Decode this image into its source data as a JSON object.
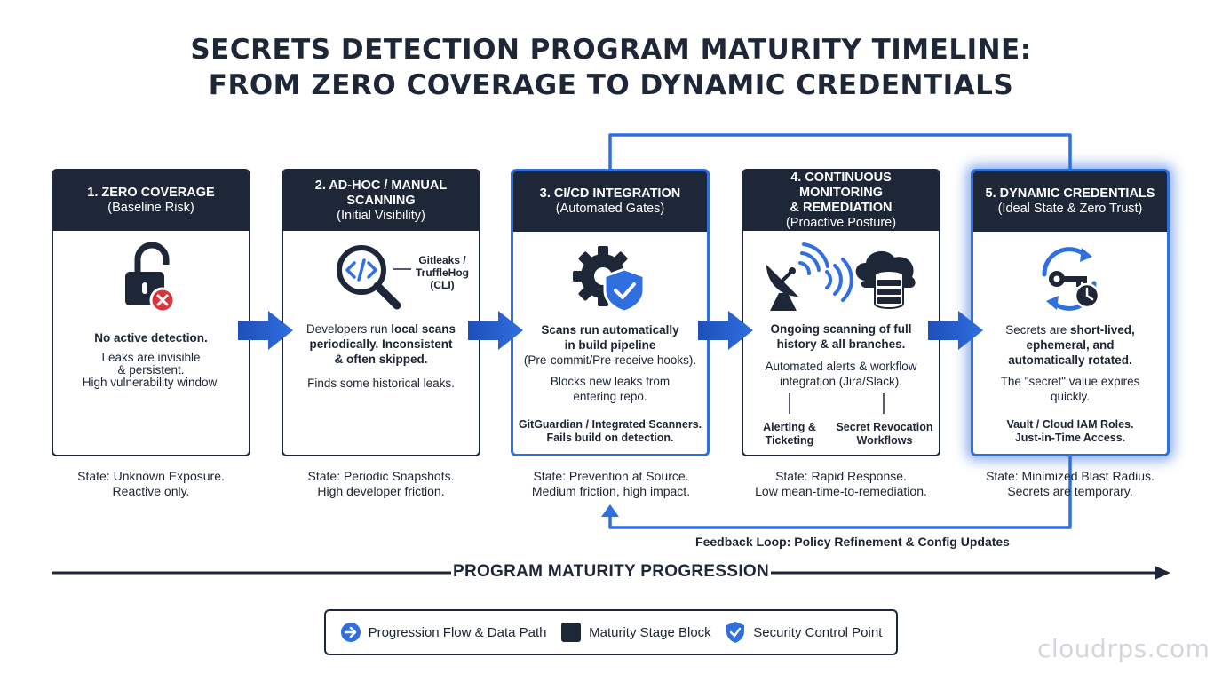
{
  "title": {
    "line1": "Secrets Detection Program Maturity Timeline:",
    "line2": "From Zero Coverage to Dynamic Credentials"
  },
  "stages": [
    {
      "title": "1. Zero Coverage",
      "subtitle": "(Baseline Risk)",
      "icon": "unlocked-padlock-icon",
      "text_bold": "No active detection.",
      "text_1": "Leaks are invisible",
      "text_2": "& persistent.",
      "text_3": "High vulnerability window.",
      "state_1": "State: Unknown Exposure.",
      "state_2": "Reactive only."
    },
    {
      "title_1": "2. Ad-Hoc / Manual",
      "title_2": "Scanning",
      "subtitle": "(Initial Visibility)",
      "icon": "code-magnifier-icon",
      "tool_label_1": "Gitleaks /",
      "tool_label_2": "TruffleHog",
      "tool_label_3": "(CLI)",
      "text_pre": "Developers run ",
      "text_bold_1": "local scans",
      "text_bold_2": "periodically. Inconsistent",
      "text_bold_3": "& often skipped.",
      "text_4": "Finds some historical leaks.",
      "state_1": "State: Periodic Snapshots.",
      "state_2": "High developer friction."
    },
    {
      "title": "3. CI/CD Integration",
      "subtitle": "(Automated Gates)",
      "icon": "gear-shield-icon",
      "text_bold_1": "Scans run automatically",
      "text_bold_2": "in build pipeline",
      "text_3": "(Pre-commit/Pre-receive hooks).",
      "text_4": "Blocks new leaks from",
      "text_5": "entering repo.",
      "tool_1": "GitGuardian / Integrated Scanners.",
      "tool_2": "Fails build on detection.",
      "state_1": "State: Prevention at Source.",
      "state_2": "Medium friction, high impact."
    },
    {
      "title_1": "4. Continuous Monitoring",
      "title_2": "& Remediation",
      "subtitle": "(Proactive Posture)",
      "icon": "satellite-cloud-database-icon",
      "text_bold_1": "Ongoing scanning of full",
      "text_bold_2": "history & all branches.",
      "text_3": "Automated alerts & workflow",
      "text_4": "integration (Jira/Slack).",
      "branch_left_1": "Alerting &",
      "branch_left_2": "Ticketing",
      "branch_right_1": "Secret Revocation",
      "branch_right_2": "Workflows",
      "state_1": "State: Rapid Response.",
      "state_2": "Low mean-time-to-remediation."
    },
    {
      "title": "5. Dynamic Credentials",
      "subtitle": "(Ideal State & Zero Trust)",
      "icon": "rotating-key-clock-icon",
      "text_pre": "Secrets are ",
      "text_bold_1": "short-lived,",
      "text_bold_2": "ephemeral, and",
      "text_bold_3": "automatically rotated.",
      "text_4": "The \"secret\" value expires",
      "text_5": "quickly.",
      "tool_1": "Vault / Cloud IAM Roles.",
      "tool_2": "Just-in-Time Access.",
      "state_1": "State: Minimized Blast Radius.",
      "state_2": "Secrets are temporary."
    }
  ],
  "feedback_loop": "Feedback Loop: Policy Refinement & Config Updates",
  "progression": "Program Maturity Progression",
  "legend": [
    {
      "icon": "arrow-circle-icon",
      "label": "Progression Flow & Data Path"
    },
    {
      "icon": "dark-square-icon",
      "label": "Maturity Stage Block"
    },
    {
      "icon": "shield-check-icon",
      "label": "Security Control Point"
    }
  ],
  "watermark": "cloudrps.com",
  "colors": {
    "navy": "#1e2738",
    "blue": "#2f6fe0",
    "red": "#d8343c"
  }
}
